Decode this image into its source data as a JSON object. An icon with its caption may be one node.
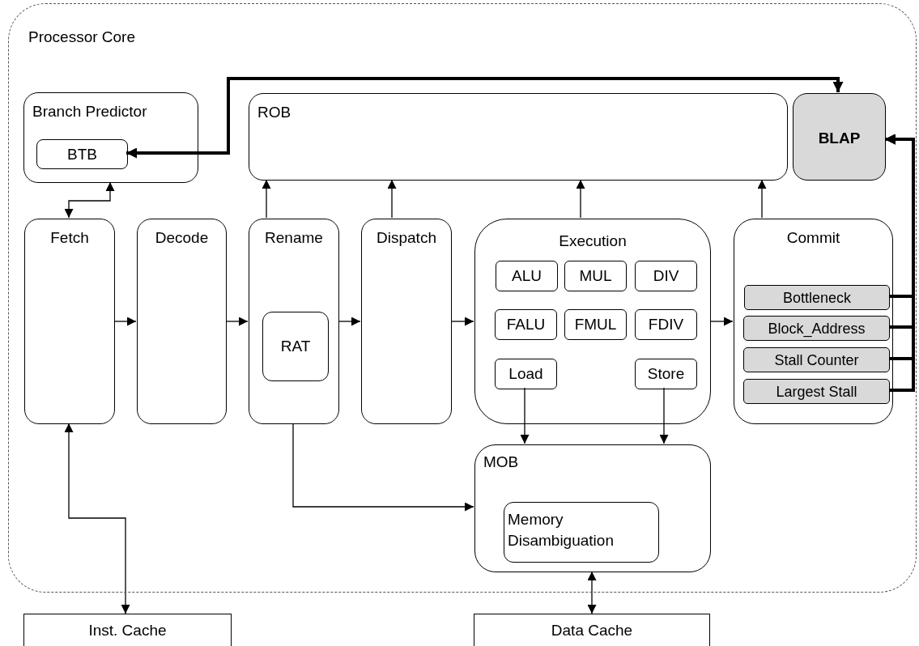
{
  "diagram": {
    "nodes": [
      {
        "text": [
          "Processor Core"
        ]
      },
      {
        "text": [
          "Branch Predictor"
        ],
        "in": 0
      },
      {
        "text": [
          "BTB"
        ],
        "in": 1
      },
      {
        "text": [
          "ROB"
        ],
        "in": 0
      },
      {
        "text": [
          "BLAP"
        ],
        "in": 0
      },
      {
        "text": [
          "Fetch"
        ],
        "in": 0
      },
      {
        "text": [
          "Decode"
        ],
        "in": 0
      },
      {
        "text": [
          "Rename"
        ],
        "in": 0
      },
      {
        "text": [
          "RAT"
        ],
        "in": 7
      },
      {
        "text": [
          "Dispatch"
        ],
        "in": 0
      },
      {
        "text": [
          "Execution"
        ],
        "in": 0
      },
      {
        "text": [
          "ALU"
        ],
        "in": 10
      },
      {
        "text": [
          "MUL"
        ],
        "in": 10
      },
      {
        "text": [
          "DIV"
        ],
        "in": 10
      },
      {
        "text": [
          "FALU"
        ],
        "in": 10
      },
      {
        "text": [
          "FMUL"
        ],
        "in": 10
      },
      {
        "text": [
          "FDIV"
        ],
        "in": 10
      },
      {
        "text": [
          "Load"
        ],
        "in": 10
      },
      {
        "text": [
          "Store"
        ],
        "in": 10
      },
      {
        "text": [
          "Commit"
        ],
        "in": 0
      },
      {
        "text": [
          "Bottleneck"
        ],
        "in": 19
      },
      {
        "text": [
          "Block_Address"
        ],
        "in": 19
      },
      {
        "text": [
          "Stall Counter"
        ],
        "in": 19
      },
      {
        "text": [
          "Largest Stall"
        ],
        "in": 19
      },
      {
        "text": [
          "MOB"
        ],
        "in": 0
      },
      {
        "text": [
          "Memory Disambiguation"
        ],
        "in": 24
      },
      {
        "text": [
          "Inst. Cache"
        ]
      },
      {
        "text": [
          "Data Cache"
        ]
      }
    ],
    "edges": [
      {
        "from": 4,
        "to": 2,
        "arrow": "both",
        "style": "thick"
      },
      {
        "from": 5,
        "to": 1,
        "arrow": "both"
      },
      {
        "from": 7,
        "to": 3,
        "arrow": "to"
      },
      {
        "from": 9,
        "to": 3,
        "arrow": "to"
      },
      {
        "from": 10,
        "to": 3,
        "arrow": "to"
      },
      {
        "from": 19,
        "to": 3,
        "arrow": "to"
      },
      {
        "from": 5,
        "to": 6,
        "arrow": "to"
      },
      {
        "from": 6,
        "to": 7,
        "arrow": "to"
      },
      {
        "from": 7,
        "to": 9,
        "arrow": "to"
      },
      {
        "from": 9,
        "to": 10,
        "arrow": "to"
      },
      {
        "from": 10,
        "to": 19,
        "arrow": "to"
      },
      {
        "from": 17,
        "to": 24,
        "arrow": "to"
      },
      {
        "from": 18,
        "to": 24,
        "arrow": "to"
      },
      {
        "from": 7,
        "to": 24,
        "arrow": "to"
      },
      {
        "from": 5,
        "to": 26,
        "arrow": "both"
      },
      {
        "from": 24,
        "to": 27,
        "arrow": "both"
      },
      {
        "from": 20,
        "to": 4,
        "arrow": "to",
        "style": "thick"
      },
      {
        "from": 21,
        "to": 4,
        "arrow": "to",
        "style": "thick"
      },
      {
        "from": 22,
        "to": 4,
        "arrow": "to",
        "style": "thick"
      },
      {
        "from": 23,
        "to": 4,
        "arrow": "to",
        "style": "thick"
      }
    ]
  }
}
